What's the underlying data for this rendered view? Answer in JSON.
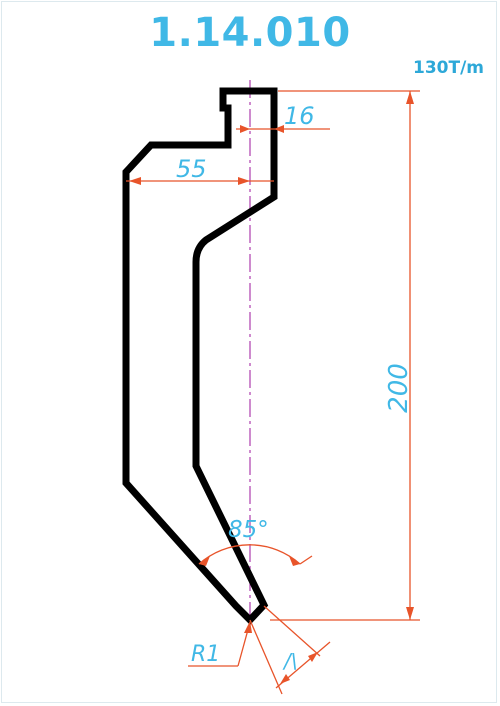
{
  "drawing": {
    "title": "1.14.010",
    "capacity": "130T/m"
  },
  "dimensions": {
    "tang_width": "16",
    "body_width": "55",
    "height": "200",
    "angle": "85°",
    "radius": "R1"
  },
  "colors": {
    "profile": "#000000",
    "dimension_line": "#e8542a",
    "dimension_text": "#40b8e6",
    "title": "#40b8e6",
    "centerline": "#b44cb4"
  }
}
